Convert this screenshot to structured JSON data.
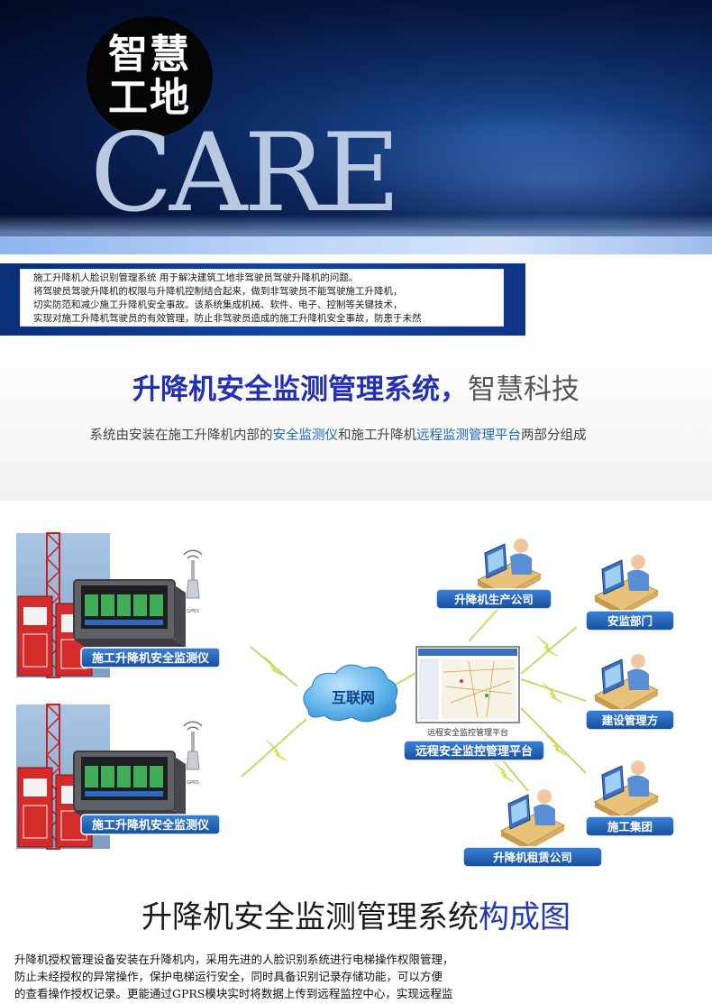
{
  "hero": {
    "badge_line1": "智慧",
    "badge_line2": "工地",
    "care_text": "CARE",
    "colors": {
      "background": "#0d2a63",
      "badge": "#050505",
      "care": "#b9c9e2"
    }
  },
  "intro_band": {
    "lines": [
      "施工升降机人脸识别管理系统 用于解决建筑工地非驾驶员驾驶升降机的问题。",
      "将驾驶员驾驶升降机的权限与升降机控制结合起来，做到非驾驶员不能驾驶施工升降机，",
      "切实防范和减少施工升降机安全事故。该系统集成机械、软件、电子、控制等关键技术，",
      "实现对施工升降机驾驶员的有效管理，防止非驾驶员造成的施工升降机安全事故，防患于未然"
    ]
  },
  "heading": {
    "title_blue": "升降机安全监测管理系统，",
    "title_gray": "智慧科技",
    "subtitle_part1": "系统由安装在施工升降机内部的",
    "subtitle_hl1": "安全监测仪",
    "subtitle_part2": "和施工升降机",
    "subtitle_hl2": "远程监测管理平台",
    "subtitle_part3": "两部分组成"
  },
  "diagram": {
    "device_label_top": "施工升降机安全监测仪",
    "device_label_bottom": "施工升降机安全监测仪",
    "antenna_label": "GPRS",
    "cloud_label": "互联网",
    "platform_caption": "远程安全监控管理平台",
    "platform_label": "远程安全监控管理平台",
    "nodes": [
      "升降机生产公司",
      "安监部门",
      "建设管理方",
      "施工集团",
      "升降机租赁公司"
    ],
    "colors": {
      "label_bg": "#1f5fb8",
      "cloud": "#4aa3e0",
      "lightning": "#e3ee3a"
    }
  },
  "composition": {
    "title_black": "升降机安全监测管理系统",
    "title_blue": "构成图"
  },
  "description": {
    "lines": [
      "升降机授权管理设备安装在升降机内，采用先进的人脸识别系统进行电梯操作权限管理，",
      "防止未经授权的异常操作，保护电梯运行安全，同时具备识别记录存储功能，可以方便",
      "的查看操作授权记录。更能通过GPRS模块实时将数据上传到远程监控中心，实现远程监"
    ]
  }
}
